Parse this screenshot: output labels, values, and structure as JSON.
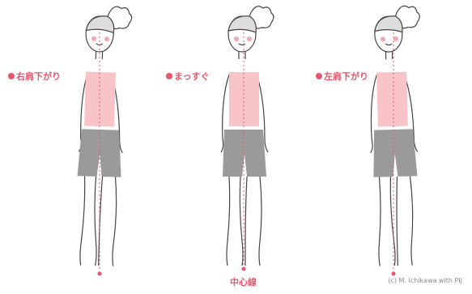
{
  "colors": {
    "accent": "#e7566c",
    "top": "#f9c4c8",
    "shorts": "#9a9a9a",
    "line": "#444444"
  },
  "labels": {
    "right_shoulder_down": "右肩下がり",
    "straight": "まっすぐ",
    "left_shoulder_down": "左肩下がり",
    "center_line": "中心線"
  },
  "credit": "(c) M. Ichikawa with PIJ"
}
